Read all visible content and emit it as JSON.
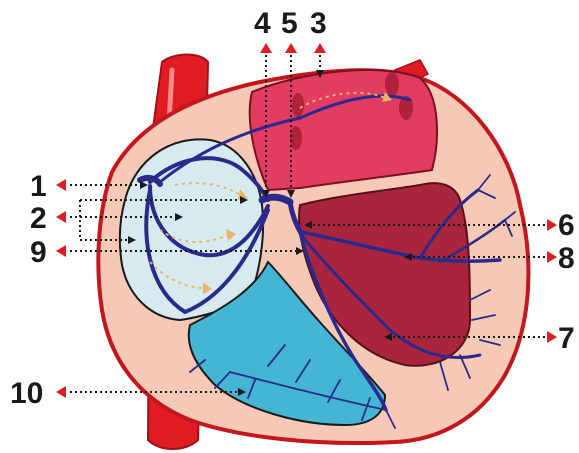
{
  "diagram": {
    "labels": [
      {
        "id": "1",
        "text": "1"
      },
      {
        "id": "2",
        "text": "2"
      },
      {
        "id": "3",
        "text": "3"
      },
      {
        "id": "4",
        "text": "4"
      },
      {
        "id": "5",
        "text": "5"
      },
      {
        "id": "6",
        "text": "6"
      },
      {
        "id": "7",
        "text": "7"
      },
      {
        "id": "8",
        "text": "8"
      },
      {
        "id": "9",
        "text": "9"
      },
      {
        "id": "10",
        "text": "10"
      }
    ],
    "colors": {
      "heart_wall": "#f6c9b6",
      "outline": "#c4161c",
      "aorta": "#e11b22",
      "right_atrium": "#d6eaf0",
      "right_ventricle": "#44b6d3",
      "left_atrium": "#e33c63",
      "left_ventricle": "#a9253d",
      "conduction_system": "#2a2a8c",
      "label_arrow": "#e11b22"
    }
  }
}
